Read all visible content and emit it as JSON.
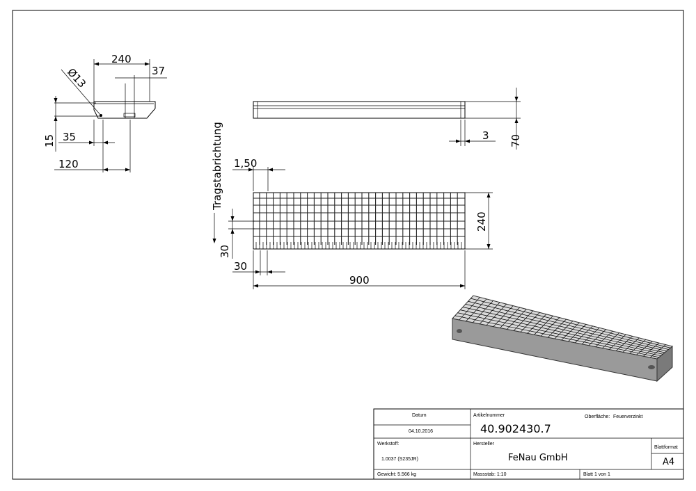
{
  "drawing": {
    "side_view": {
      "width": "240",
      "slot": "37",
      "hole": "Ø13",
      "height_left": "15",
      "offset_35": "35",
      "offset_120": "120"
    },
    "front_view": {
      "thickness": "3",
      "height": "70"
    },
    "top_view": {
      "direction_label": "Tragstabrichtung",
      "bar_thickness": "1,50",
      "height": "240",
      "mesh_vertical": "30",
      "mesh_horizontal": "30",
      "length": "900"
    }
  },
  "title_block": {
    "date_label": "Datum",
    "date_value": "04.10.2016",
    "article_label": "Artikelnummer",
    "article_value": "40.902430.7",
    "surface_label": "Oberfläche:",
    "surface_value": "Feuerverzinkt",
    "material_label": "Werkstoff:",
    "material_value": "1.0037 (S235JR)",
    "maker_label": "Hersteller",
    "maker_value": "FeNau GmbH",
    "format_label": "Blattformat",
    "format_value": "A4",
    "weight": "Gewicht: 5.566 kg",
    "scale": "Massstab: 1:10",
    "sheet": "Blatt 1 von 1"
  }
}
